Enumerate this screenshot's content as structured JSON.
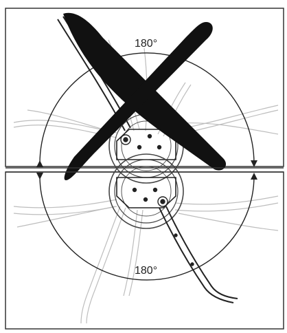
{
  "panels": {
    "top": {
      "angle_label": "180°",
      "status": "incorrect"
    },
    "bottom": {
      "angle_label": "180°",
      "status": "correct"
    }
  },
  "colors": {
    "line": "#222222",
    "ghost": "#bdbdbd",
    "cross": "#111111",
    "background": "#ffffff"
  },
  "icons": {
    "cross": "x-mark-icon"
  }
}
